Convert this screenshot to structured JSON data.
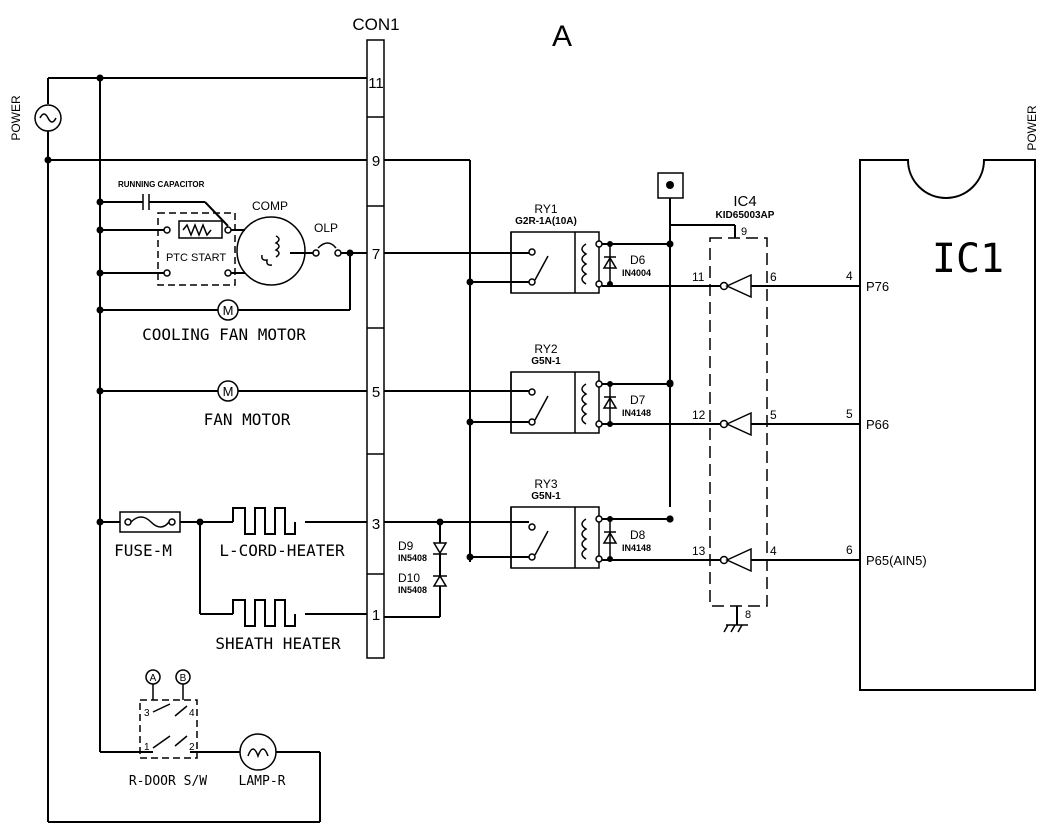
{
  "title": "A",
  "con1": {
    "name": "CON1",
    "pins": [
      "11",
      "9",
      "7",
      "5",
      "3",
      "1"
    ]
  },
  "power_left": "POWER",
  "power_right": "POWER",
  "running_capacitor": "RUNNING CAPACITOR",
  "comp": "COMP",
  "ptc": "PTC START",
  "olp": "OLP",
  "cooling_fan": "COOLING FAN MOTOR",
  "fan_motor": "FAN MOTOR",
  "motor_symbol": "M",
  "fuse": "FUSE-M",
  "lcord": "L-CORD-HEATER",
  "sheath": "SHEATH HEATER",
  "d9": {
    "name": "D9",
    "part": "IN5408"
  },
  "d10": {
    "name": "D10",
    "part": "IN5408"
  },
  "rdoor": "R-DOOR S/W",
  "lamp": "LAMP-R",
  "switch_a": "A",
  "switch_b": "B",
  "sw_pins": [
    "3",
    "4",
    "1",
    "2"
  ],
  "relays": [
    {
      "name": "RY1",
      "part": "G2R-1A(10A)",
      "diode": "D6",
      "diode_part": "IN4004",
      "ic_in": "11",
      "ic_out": "6",
      "ic1_pin": "4",
      "port": "P76"
    },
    {
      "name": "RY2",
      "part": "G5N-1",
      "diode": "D7",
      "diode_part": "IN4148",
      "ic_in": "12",
      "ic_out": "5",
      "ic1_pin": "5",
      "port": "P66"
    },
    {
      "name": "RY3",
      "part": "G5N-1",
      "diode": "D8",
      "diode_part": "IN4148",
      "ic_in": "13",
      "ic_out": "4",
      "ic1_pin": "6",
      "port": "P65(AIN5)"
    }
  ],
  "ic4": {
    "name": "IC4",
    "part": "KID65003AP",
    "vcc_pin": "9",
    "gnd_pin": "8"
  },
  "ic1": "IC1"
}
